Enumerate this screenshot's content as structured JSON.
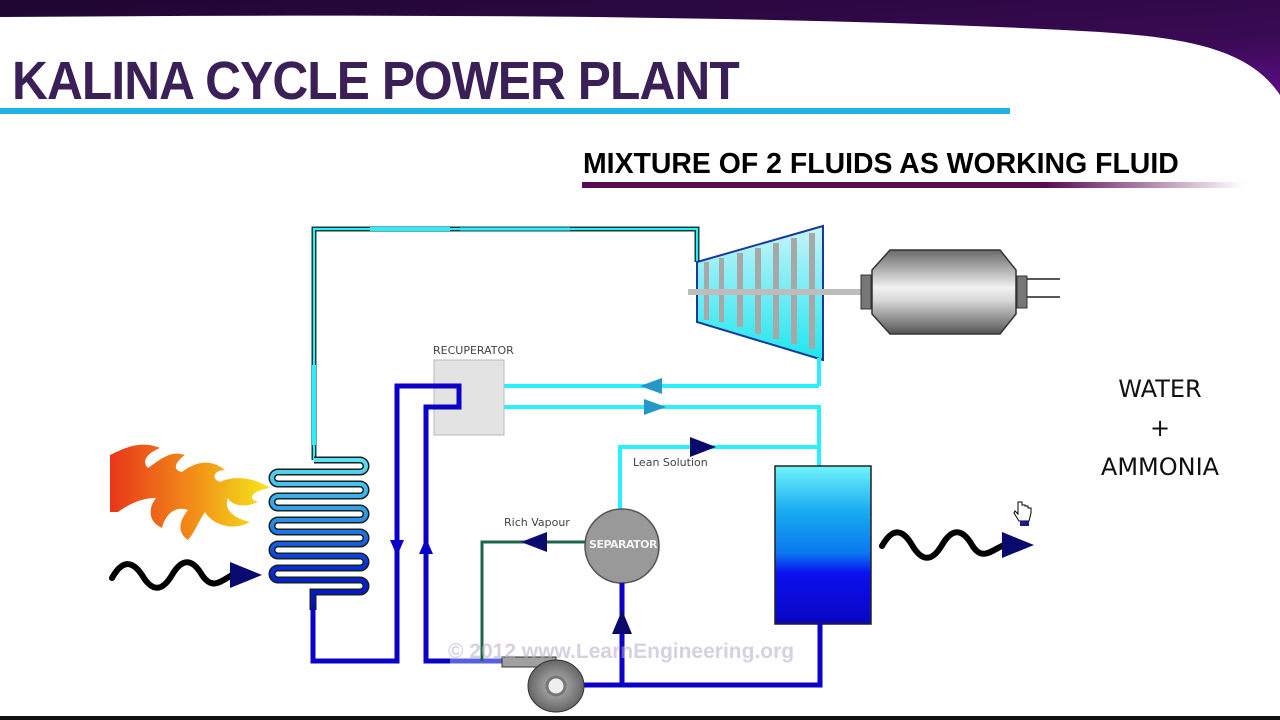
{
  "slide": {
    "title": "KALINA CYCLE POWER PLANT",
    "subtitle": "MIXTURE OF 2 FLUIDS AS WORKING FLUID",
    "mixture": {
      "line1": "WATER",
      "line2": "+",
      "line3": "AMMONIA"
    },
    "watermark": "© 2012 www.LearnEngineering.org"
  },
  "diagram": {
    "components": {
      "recuperator": "RECUPERATOR",
      "separator": "SEPARATOR",
      "turbine": "turbine",
      "generator": "generator",
      "condenser": "condenser",
      "pump": "pump",
      "boiler": "heat-exchanger-coil"
    },
    "flow_labels": {
      "lean_solution": "Lean Solution",
      "rich_vapour": "Rich Vapour"
    },
    "heat_input": "flame",
    "heat_output": "heat-rejection-wave"
  },
  "colors": {
    "header_purple": "#2a0b3d",
    "title_purple": "#3b1f57",
    "title_underline": "#1fb2e5",
    "subtitle_underline": "#5a0a55",
    "vapour_line": "#29f0ff",
    "liquid_line": "#0a00c8",
    "rich_vapour_line": "#1e6648",
    "arrow_navy": "#0a0a6e"
  }
}
